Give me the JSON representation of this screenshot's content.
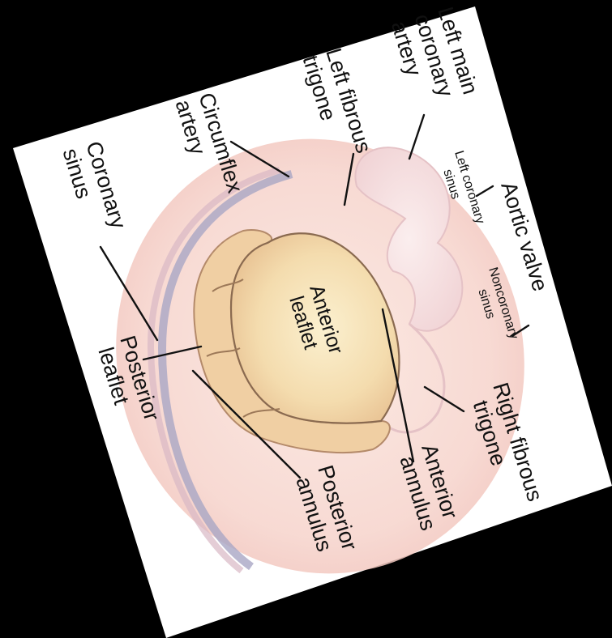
{
  "labels": {
    "left_main_coronary_artery": [
      "Left main",
      "coronary",
      "artery"
    ],
    "left_fibrous_trigone": [
      "Left fibrous",
      "trigone"
    ],
    "circumflex_artery": [
      "Circumflex",
      "artery"
    ],
    "coronary_sinus": [
      "Coronary",
      "sinus"
    ],
    "aortic_valve": [
      "Aortic valve"
    ],
    "left_coronary_sinus": [
      "Left coronary",
      "sinus"
    ],
    "noncoronary_sinus": [
      "Noncoronary",
      "sinus"
    ],
    "anterior_leaflet": [
      "Anterior",
      "leaflet"
    ],
    "posterior_leaflet": [
      "Posterior",
      "leaflet"
    ],
    "right_fibrous_trigone": [
      "Right fibrous",
      "trigone"
    ],
    "anterior_annulus": [
      "Anterior",
      "annulus"
    ],
    "posterior_annulus": [
      "Posterior",
      "annulus"
    ]
  }
}
